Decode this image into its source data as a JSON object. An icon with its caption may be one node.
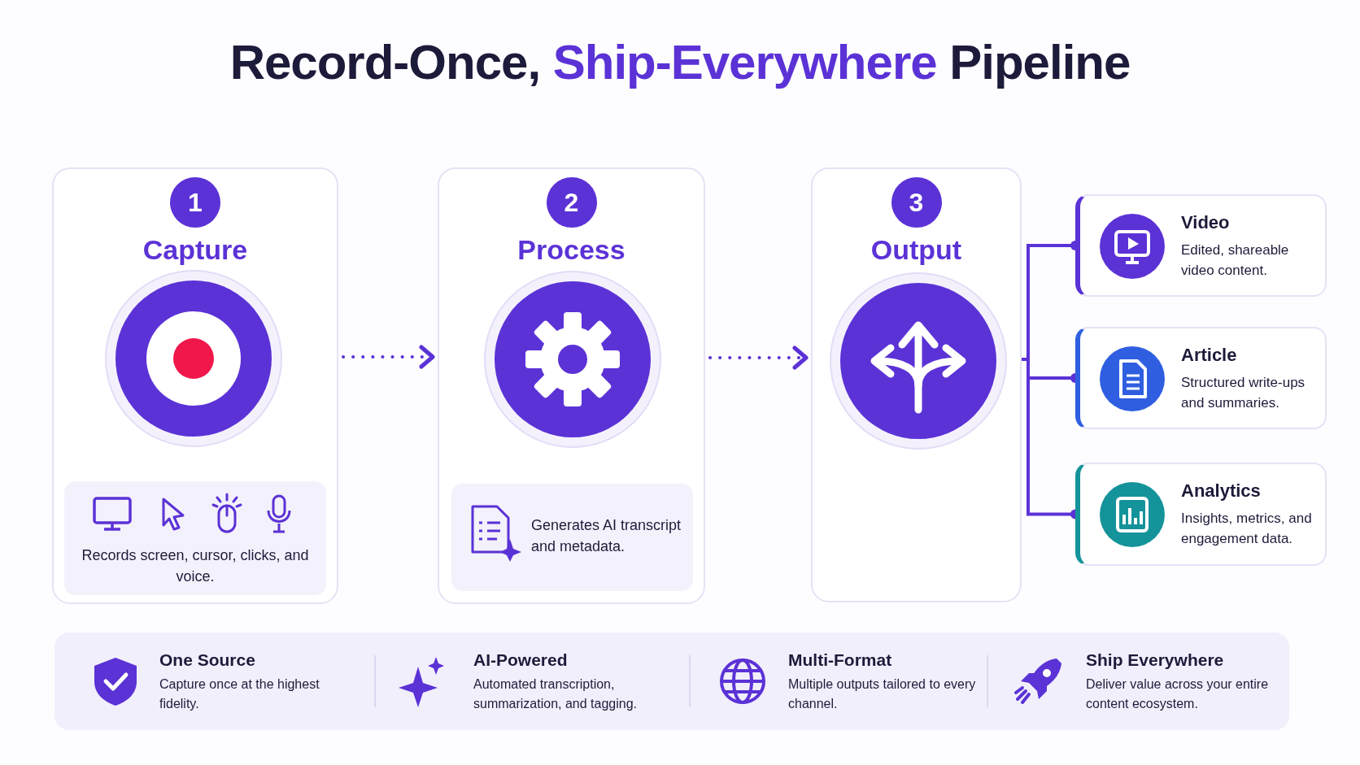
{
  "diagram": {
    "title": "Record-Once, Ship-Everywhere Pipeline",
    "nodes": [
      {
        "text": [
          "1",
          "Capture"
        ]
      },
      {
        "text": [
          "Records screen, cursor, clicks, and voice."
        ],
        "in": 0
      },
      {
        "text": [
          "2",
          "Process"
        ]
      },
      {
        "text": [
          "Generates AI transcript and metadata."
        ],
        "in": 2
      },
      {
        "text": [
          "3",
          "Output"
        ]
      },
      {
        "text": [
          "Video",
          "Edited, shareable video content."
        ]
      },
      {
        "text": [
          "Article",
          "Structured write-ups and summaries."
        ]
      },
      {
        "text": [
          "Analytics",
          "Insights, metrics, and engagement data."
        ]
      }
    ],
    "edges": [
      {
        "from": 0,
        "to": 2,
        "arrow": "to",
        "style": "dashed"
      },
      {
        "from": 2,
        "to": 4,
        "arrow": "to",
        "style": "dashed"
      },
      {
        "from": 4,
        "to": 5,
        "arrow": "other"
      },
      {
        "from": 4,
        "to": 6,
        "arrow": "other"
      },
      {
        "from": 4,
        "to": 7,
        "arrow": "other"
      }
    ],
    "labels": [
      "One Source",
      "Capture once at the highest fidelity.",
      "AI-Powered",
      "Automated transcription, summarization, and tagging.",
      "Multi-Format",
      "Multiple outputs tailored to every channel.",
      "Ship Everywhere",
      "Deliver value across your entire content ecosystem."
    ]
  }
}
